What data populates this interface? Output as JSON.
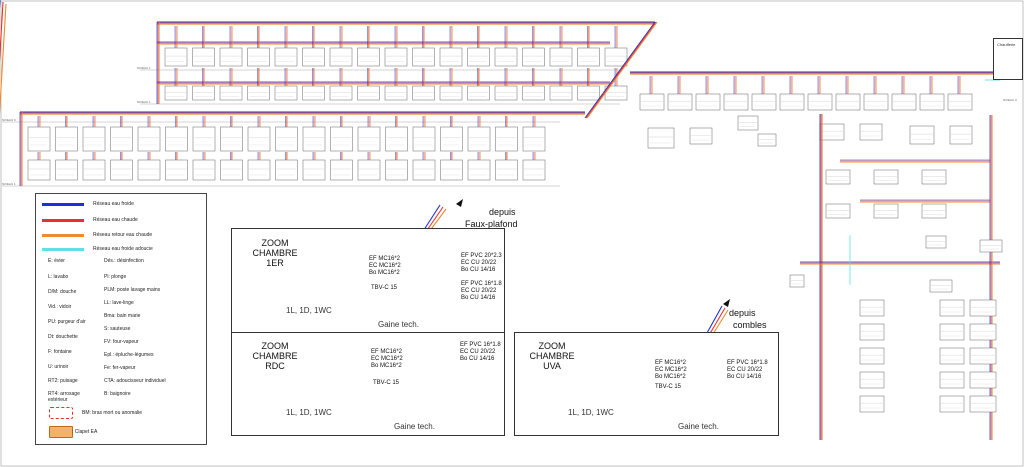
{
  "colors": {
    "cold": "#1f2fd6",
    "hot": "#e8312a",
    "return": "#f08a2c",
    "softened": "#5ee0e6",
    "frame": "#333333"
  },
  "legend": {
    "networks": [
      {
        "label": "Réseau eau froide",
        "color": "#1f2fd6"
      },
      {
        "label": "Réseau eau chaude",
        "color": "#e8312a"
      },
      {
        "label": "Réseau retour eau chaude",
        "color": "#f08a2c"
      },
      {
        "label": "Réseau eau froide adoucie",
        "color": "#5ee0e6"
      }
    ],
    "abbr_left": [
      "E: évier",
      "L: lavabo",
      "D/M: douche",
      "Vid.: vidoir",
      "PU: purgeur d'air",
      "Dt: douchette",
      "F: fontaine",
      "U: urinoir",
      "RT2: puisage",
      "RT4: arrosage extérieur"
    ],
    "abbr_right": [
      "Dés.: désinfection",
      "Pl: plonge",
      "PLM: poste lavage mains",
      "LL: lave-linge",
      "Bma: bain marie",
      "S: sauteuse",
      "FV: four-vapeur",
      "Epl.: épluche-légumes",
      "Fe: fer-vapeur",
      "CTA: adoucisseur individuel",
      "B: baignoire"
    ],
    "bm_note": "BM: bras mort ou anomalie",
    "valve_note": ": Clapet EA"
  },
  "zooms": [
    {
      "title": "ZOOM CHAMBRE 1ER",
      "title_lines": [
        "ZOOM",
        "CHAMBRE",
        "1ER"
      ],
      "fixtures": "1L, 1D, 1WC",
      "shaft": "Gaine tech.",
      "pipes_in": [
        "EF MC16*2",
        "EC MC16*2",
        "Bo MC16*2"
      ],
      "pipes_top": [
        "EF PVC 20*2.3",
        "EC CU 20/22",
        "Bo CU 14/16"
      ],
      "pipes_bottom": [
        "EF PVC 16*1.8",
        "EC CU 20/22",
        "Bo CU 14/16"
      ],
      "valve": "TBV-C 15",
      "source": [
        "depuis",
        "Faux-plafond"
      ]
    },
    {
      "title": "ZOOM CHAMBRE RDC",
      "title_lines": [
        "ZOOM",
        "CHAMBRE",
        "RDC"
      ],
      "fixtures": "1L, 1D, 1WC",
      "shaft": "Gaine tech.",
      "pipes_in": [
        "EF MC16*2",
        "EC MC16*2",
        "Bo MC16*2"
      ],
      "pipes_right": [
        "EF PVC 16*1.8",
        "EC CU 20/22",
        "Bo CU 14/16"
      ],
      "valve": "TBV-C 15"
    },
    {
      "title": "ZOOM CHAMBRE UVA",
      "title_lines": [
        "ZOOM",
        "CHAMBRE",
        "UVA"
      ],
      "fixtures": "1L, 1D, 1WC",
      "shaft": "Gaine tech.",
      "pipes_in": [
        "EF MC16*2",
        "EC MC16*2",
        "Bo MC16*2"
      ],
      "pipes_right": [
        "EF PVC 16*1.8",
        "EC CU 20/22",
        "Bo CU 14/16"
      ],
      "valve": "TBV-C 15",
      "source": [
        "depuis",
        "combles"
      ]
    }
  ],
  "plant_room": "Chaufferie",
  "levels": [
    "NIVEAU 1",
    "NIVEAU 1",
    "NIVEAU 0",
    "NIVEAU 1",
    "NIVEAU 0"
  ]
}
